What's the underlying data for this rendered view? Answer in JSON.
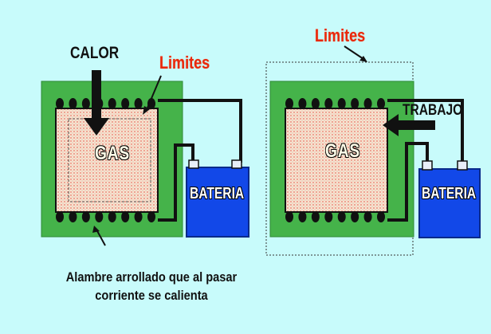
{
  "left_diagram": {
    "heat_label": "CALOR",
    "boundary_label": "Limites",
    "gas_label": "GAS",
    "battery_label": "BATERIA",
    "caption_line1": "Alambre arrollado que al pasar",
    "caption_line2": "corriente se calienta"
  },
  "right_diagram": {
    "boundary_label": "Limites",
    "work_label": "TRABAJO",
    "gas_label": "GAS",
    "battery_label": "BATERIA"
  },
  "colors": {
    "background": "#c8fbfb",
    "container_green": "#45b34a",
    "gas_fill": "#f6dcc8",
    "gas_dots": "#e04a3a",
    "battery_blue": "#1248e8",
    "label_red": "#e8280c"
  }
}
